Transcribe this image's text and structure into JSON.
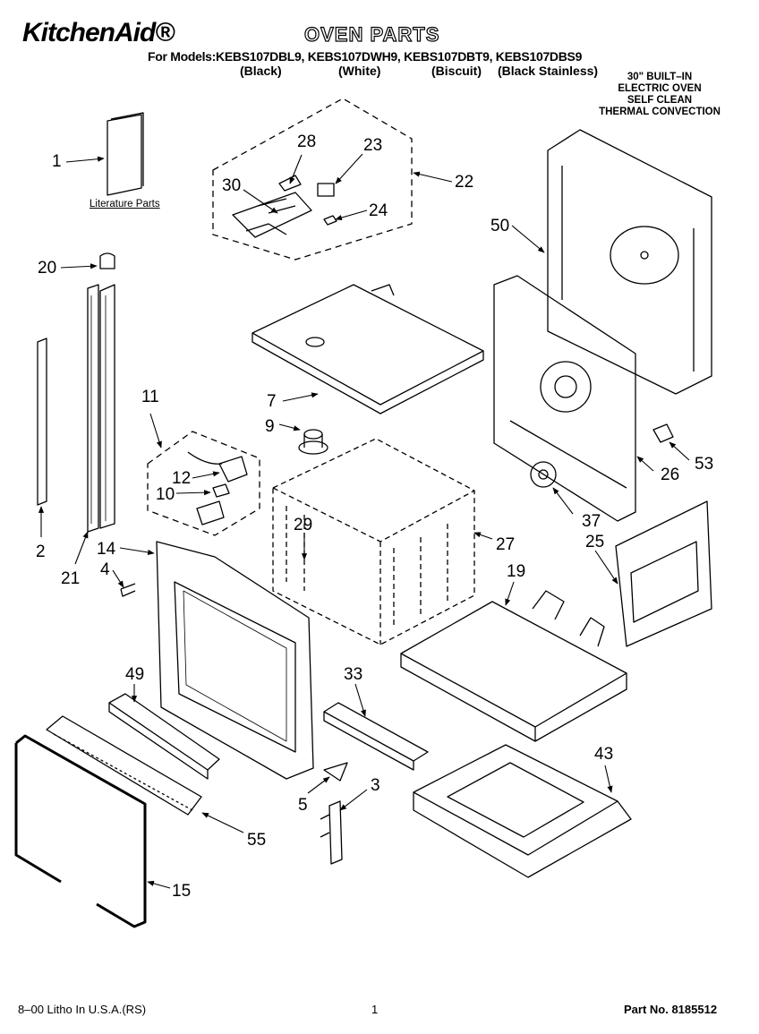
{
  "header": {
    "brand": "KitchenAid®",
    "title": "OVEN PARTS",
    "models_line": "For Models:KEBS107DBL9, KEBS107DWH9, KEBS107DBT9, KEBS107DBS9",
    "variants": [
      "(Black)",
      "(White)",
      "(Biscuit)",
      "(Black Stainless)"
    ],
    "description": [
      "30\" BUILT–IN",
      "ELECTRIC OVEN",
      "SELF CLEAN",
      "THERMAL CONVECTION"
    ]
  },
  "literature_label": "Literature Parts",
  "callouts": [
    "1",
    "2",
    "3",
    "4",
    "5",
    "7",
    "9",
    "10",
    "11",
    "12",
    "14",
    "15",
    "19",
    "20",
    "21",
    "22",
    "23",
    "24",
    "25",
    "26",
    "27",
    "28",
    "29",
    "30",
    "33",
    "37",
    "43",
    "49",
    "50",
    "53",
    "55"
  ],
  "footer": {
    "left": "8–00 Litho In U.S.A.(RS)",
    "page": "1",
    "part_no": "Part No. 8185512"
  }
}
